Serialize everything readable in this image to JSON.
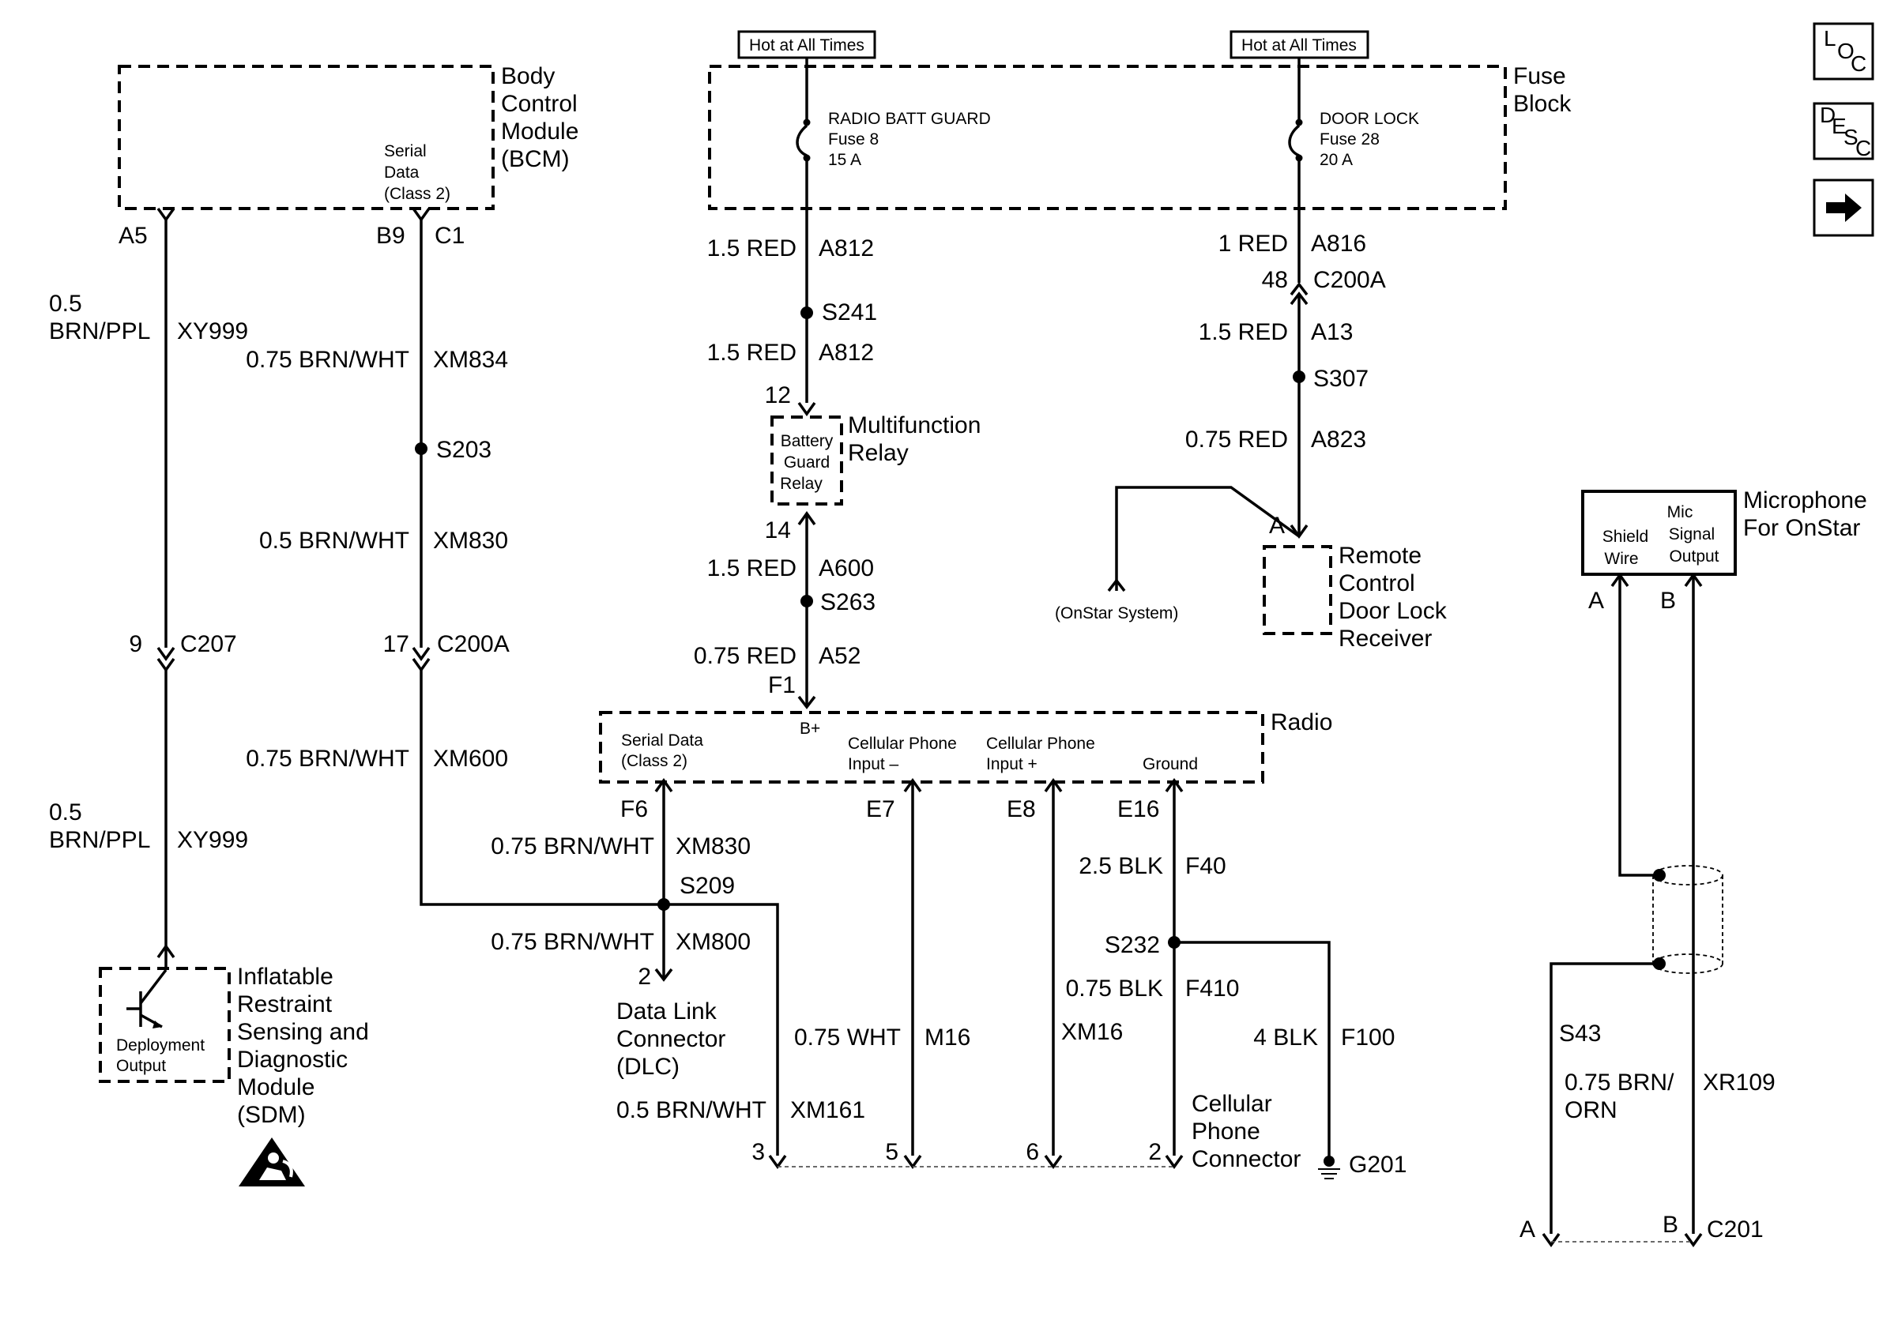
{
  "hot_labels": [
    "Hot at All Times",
    "Hot at All Times"
  ],
  "fuse_block": {
    "label": [
      "Fuse",
      "Block"
    ],
    "fuse8": [
      "RADIO BATT GUARD",
      "Fuse 8",
      "15 A"
    ],
    "fuse28": [
      "DOOR LOCK",
      "Fuse 28",
      "20 A"
    ]
  },
  "bcm": {
    "label": [
      "Body",
      "Control",
      "Module",
      "(BCM)"
    ],
    "serial": [
      "Serial",
      "Data",
      "(Class 2)"
    ],
    "pins": [
      "A5",
      "B9",
      "C1"
    ]
  },
  "left_wires": {
    "w1": [
      "0.5",
      "BRN/PPL",
      "XY999"
    ],
    "w2": [
      "0.75 BRN/WHT",
      "XM834"
    ],
    "s203": "S203",
    "w3": [
      "0.5 BRN/WHT",
      "XM830"
    ],
    "c207": [
      "9",
      "C207"
    ],
    "c200a": [
      "17",
      "C200A"
    ],
    "w4": [
      "0.75 BRN/WHT",
      "XM600"
    ],
    "w5": [
      "0.5",
      "BRN/PPL",
      "XY999"
    ]
  },
  "sdm": {
    "label": [
      "Inflatable",
      "Restraint",
      "Sensing and",
      "Diagnostic",
      "Module",
      "(SDM)"
    ],
    "inner": [
      "Deployment",
      "Output"
    ]
  },
  "radio_feed": {
    "w1": [
      "1.5 RED",
      "A812"
    ],
    "s241": "S241",
    "w2": [
      "1.5 RED",
      "A812"
    ],
    "pin12": "12",
    "relay_inner": [
      "Battery",
      "Guard",
      "Relay"
    ],
    "relay_label": [
      "Multifunction",
      "Relay"
    ],
    "pin14": "14",
    "w3": [
      "1.5 RED",
      "A600"
    ],
    "s263": "S263",
    "w4": [
      "0.75 RED",
      "A52"
    ],
    "f1": "F1",
    "bplus": "B+"
  },
  "door_lock": {
    "w1": [
      "1 RED",
      "A816"
    ],
    "c200a": [
      "48",
      "C200A"
    ],
    "w2": [
      "1.5 RED",
      "A13"
    ],
    "s307": "S307",
    "w3": [
      "0.75 RED",
      "A823"
    ],
    "pin_a": "A",
    "onstar": "(OnStar System)",
    "receiver": [
      "Remote",
      "Control",
      "Door Lock",
      "Receiver"
    ]
  },
  "radio": {
    "label": "Radio",
    "serial": [
      "Serial Data",
      "(Class 2)"
    ],
    "cell_minus": [
      "Cellular Phone",
      "Input –"
    ],
    "cell_plus": [
      "Cellular Phone",
      "Input +"
    ],
    "ground": "Ground",
    "pins": [
      "F6",
      "E7",
      "E8",
      "E16"
    ]
  },
  "bottom": {
    "xm830": [
      "0.75 BRN/WHT",
      "XM830"
    ],
    "s209": "S209",
    "xm800": [
      "0.75 BRN/WHT",
      "XM800"
    ],
    "pin2": "2",
    "dlc": [
      "Data Link",
      "Connector",
      "(DLC)"
    ],
    "m16": [
      "0.75 WHT",
      "M16"
    ],
    "xm16": "XM16",
    "xm161": [
      "0.5 BRN/WHT",
      "XM161"
    ],
    "f40": [
      "2.5 BLK",
      "F40"
    ],
    "s232": "S232",
    "f410": [
      "0.75 BLK",
      "F410"
    ],
    "f100": [
      "4 BLK",
      "F100"
    ],
    "cell_conn": [
      "Cellular",
      "Phone",
      "Connector"
    ],
    "conn_pins": [
      "3",
      "5",
      "6",
      "2"
    ],
    "g201": "G201"
  },
  "mic": {
    "label": [
      "Microphone",
      "For OnStar"
    ],
    "shield": [
      "Shield",
      "Wire"
    ],
    "signal": [
      "Mic",
      "Signal",
      "Output"
    ],
    "pins": [
      "A",
      "B"
    ],
    "s43": "S43",
    "wire": [
      "0.75 BRN/",
      "ORN",
      "XR109"
    ],
    "bottom_pins": [
      "A",
      "B"
    ],
    "c201": "C201"
  },
  "nav_icons": {
    "loc": [
      "L",
      "O",
      "C"
    ],
    "desc": [
      "D",
      "E",
      "S",
      "C"
    ],
    "next": "right-arrow-icon"
  }
}
